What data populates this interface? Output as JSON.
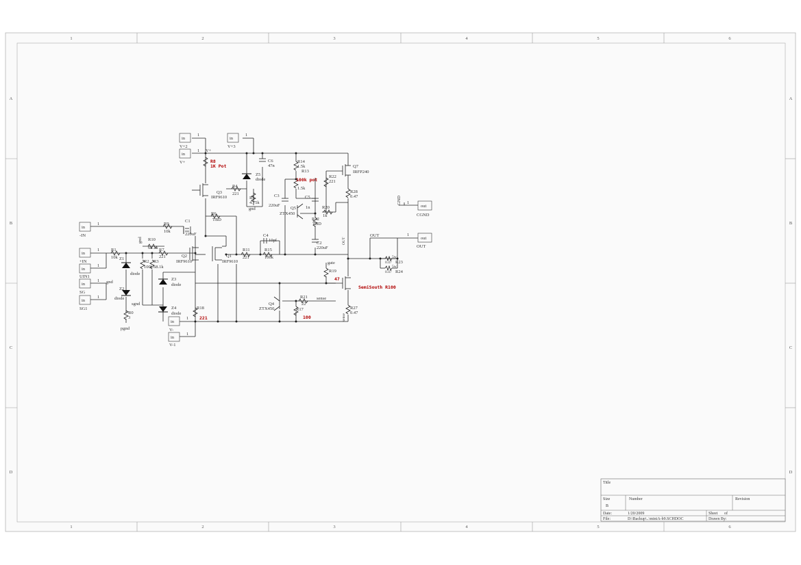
{
  "zones": {
    "cols": [
      "1",
      "2",
      "3",
      "4",
      "5",
      "6"
    ],
    "rows": [
      "A",
      "B",
      "C",
      "D"
    ]
  },
  "ports": {
    "vp2": {
      "type": "in",
      "name": "V+2",
      "pin": "1"
    },
    "vp": {
      "type": "in",
      "name": "V+",
      "pin": "1",
      "net": "V+"
    },
    "vp3": {
      "type": "in",
      "name": "V+3",
      "pin": "1"
    },
    "nin": {
      "type": "in",
      "name": "-IN",
      "pin": "1"
    },
    "pin": {
      "type": "in",
      "name": "+IN",
      "pin": "1"
    },
    "uin1": {
      "type": "in",
      "name": "UIN1",
      "pin": "1"
    },
    "sg": {
      "type": "in",
      "name": "SG",
      "pin": "1"
    },
    "sg1": {
      "type": "in",
      "name": "SG1",
      "pin": "1"
    },
    "vm": {
      "type": "in",
      "name": "V-",
      "pin": "1"
    },
    "vm1": {
      "type": "in",
      "name": "V-1",
      "pin": "1"
    },
    "cgnd": {
      "type": "out",
      "name": "CGND",
      "pin": "1",
      "net": "GND"
    },
    "out": {
      "type": "out",
      "name": "OUT",
      "pin": "1",
      "net": "OUT"
    }
  },
  "components": {
    "r8": {
      "ref": "R8",
      "val": "1K Pot"
    },
    "c6": {
      "ref": "C6",
      "val": "47n"
    },
    "z5": {
      "ref": "Z5",
      "val": "diode"
    },
    "r4": {
      "ref": "R4",
      "val": "221"
    },
    "r5": {
      "ref": "R5",
      "val": "4.75k"
    },
    "q3": {
      "ref": "Q3",
      "val": "IRF9610"
    },
    "r6": {
      "ref": "R6",
      "val": "TBD"
    },
    "r14": {
      "ref": "R14",
      "val": "1.5k"
    },
    "r13": {
      "ref": "R13",
      "val": "1.5k"
    },
    "pot100k": {
      "val": "100k pot"
    },
    "c3": {
      "ref": "C3",
      "val": "220uF"
    },
    "c5": {
      "ref": "C5",
      "val": "1n"
    },
    "q5": {
      "ref": "Q5",
      "val": "ZTX450"
    },
    "r20": {
      "ref": "R20",
      "val": "1k"
    },
    "r12": {
      "ref": "R12",
      "val": "TBD"
    },
    "r22": {
      "ref": "R22",
      "val": "221"
    },
    "q7": {
      "ref": "Q7",
      "val": "IRFP240"
    },
    "r28": {
      "ref": "R28",
      "val": "0.47"
    },
    "c2": {
      "ref": "C2",
      "val": "220uF"
    },
    "r9": {
      "ref": "R9",
      "val": "10k"
    },
    "c1": {
      "ref": "C1",
      "val": "220uF"
    },
    "r10": {
      "ref": "R10",
      "val": "68.1k"
    },
    "r7": {
      "ref": "R7",
      "val": "221"
    },
    "r1": {
      "ref": "R1",
      "val": "10k"
    },
    "z1": {
      "ref": "Z1",
      "val": "diode"
    },
    "z2": {
      "ref": "Z2",
      "val": "diode"
    },
    "r0": {
      "ref": "R0",
      "val": "3"
    },
    "r2": {
      "ref": "R2",
      "val": "100k"
    },
    "r3": {
      "ref": "R3",
      "val": "68.1k"
    },
    "q2": {
      "ref": "Q2",
      "val": "IRF9610"
    },
    "q1": {
      "ref": "Q1",
      "val": "IRF9610"
    },
    "z3": {
      "ref": "Z3",
      "val": "diode"
    },
    "z4": {
      "ref": "Z4",
      "val": "diode"
    },
    "r18": {
      "ref": "R18",
      "val": "221"
    },
    "c4": {
      "ref": "C4",
      "val": "10pf"
    },
    "r11": {
      "ref": "R11",
      "val": "221"
    },
    "r15": {
      "ref": "R15",
      "val": "100k"
    },
    "r19": {
      "ref": "R19",
      "val": "47"
    },
    "semisouth": {
      "val": "SemiSouth R100"
    },
    "q4": {
      "ref": "Q4",
      "val": "ZTX450"
    },
    "r21": {
      "ref": "R21",
      "val": "22"
    },
    "r17": {
      "ref": "R17",
      "val": "100"
    },
    "r27": {
      "ref": "R27",
      "val": "0.47"
    },
    "r23": {
      "ref": "R23",
      "val": "0.47",
      "note": "5w"
    },
    "r24": {
      "ref": "R24",
      "val": "0.47",
      "note": "5w"
    }
  },
  "nets": {
    "gnd": "gnd",
    "pgnd": "pgnd",
    "sgnd": "sgnd",
    "gate": "gate",
    "sense": "sense",
    "out": "OUT",
    "vplus": "V+"
  },
  "title_block": {
    "title_label": "Title",
    "size_label": "Size",
    "size_value": "B",
    "number_label": "Number",
    "revision_label": "Revision",
    "date_label": "Date:",
    "date_value": "1/20/2009",
    "file_label": "File:",
    "file_value": "D:\\Backup\\..\\miniA-b9.SCHDOC",
    "sheet_label": "Sheet",
    "of_label": "of",
    "drawn_label": "Drawn By:"
  }
}
